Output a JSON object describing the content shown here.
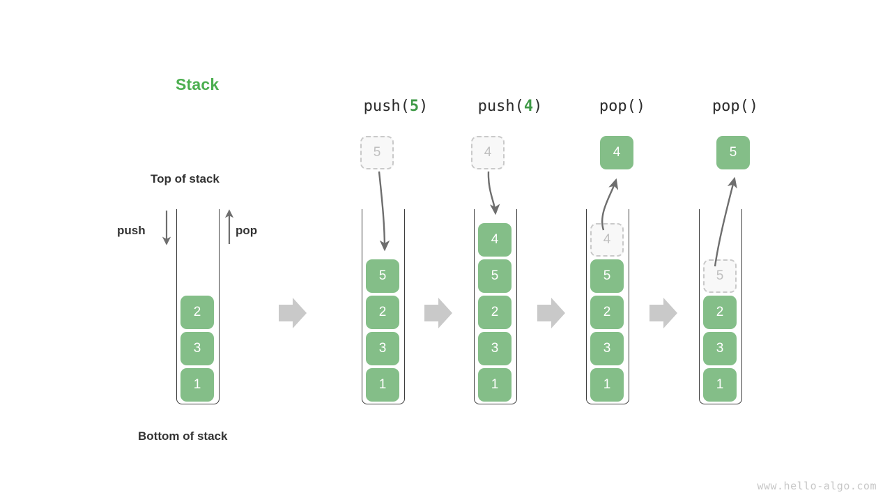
{
  "title": "Stack",
  "labels": {
    "top_of_stack": "Top of stack",
    "bottom_of_stack": "Bottom of stack",
    "push": "push",
    "pop": "pop"
  },
  "watermark": "www.hello-algo.com",
  "colors": {
    "accent_green": "#4caf50",
    "box_green": "#84be88",
    "box_text": "#ffffff",
    "ghost_fill": "#f8f8f8",
    "ghost_border": "#c9c9c9",
    "ghost_text": "#bfbfbf",
    "container_border": "#3d3d3d",
    "arrow_gray": "#6e6e6e",
    "transition_arrow": "#c9c9c9",
    "label_text": "#333333",
    "watermark_text": "#c7c7c7"
  },
  "columns": [
    {
      "id": "initial",
      "op_prefix": "",
      "op_arg": "",
      "op_suffix": "",
      "has_op_label": false,
      "stack": [
        "2",
        "3",
        "1"
      ],
      "ghost_in_stack": null,
      "ghost_above": null,
      "popped_above": null
    },
    {
      "id": "push-5",
      "op_prefix": "push(",
      "op_arg": "5",
      "op_suffix": ")",
      "has_op_label": true,
      "stack": [
        "5",
        "2",
        "3",
        "1"
      ],
      "ghost_in_stack": null,
      "ghost_above": "5",
      "popped_above": null
    },
    {
      "id": "push-4",
      "op_prefix": "push(",
      "op_arg": "4",
      "op_suffix": ")",
      "has_op_label": true,
      "stack": [
        "4",
        "5",
        "2",
        "3",
        "1"
      ],
      "ghost_in_stack": null,
      "ghost_above": "4",
      "popped_above": null
    },
    {
      "id": "pop-4",
      "op_prefix": "pop(",
      "op_arg": "",
      "op_suffix": ")",
      "has_op_label": true,
      "stack": [
        "5",
        "2",
        "3",
        "1"
      ],
      "ghost_in_stack": "4",
      "ghost_above": null,
      "popped_above": "4"
    },
    {
      "id": "pop-5",
      "op_prefix": "pop(",
      "op_arg": "",
      "op_suffix": ")",
      "has_op_label": true,
      "stack": [
        "2",
        "3",
        "1"
      ],
      "ghost_in_stack": "5",
      "ghost_above": null,
      "popped_above": "5"
    }
  ]
}
